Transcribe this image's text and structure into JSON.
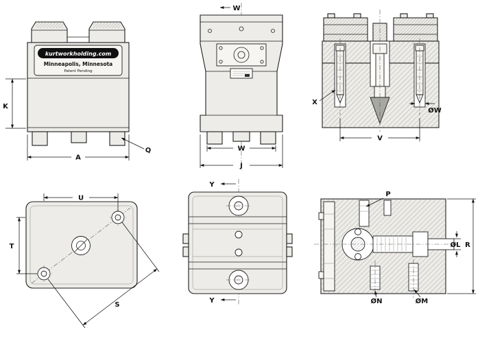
{
  "drawing": {
    "brand": {
      "website": "kurtworkholding.com",
      "city": "Minneapolis, Minnesota",
      "patent": "Patent Pending"
    },
    "labels": {
      "front": {
        "K": "K",
        "A": "A",
        "Q": "Q"
      },
      "side": {
        "W_top": "W",
        "W_bottom": "W",
        "J": "J"
      },
      "top_section": {
        "X": "X",
        "OW": "ØW",
        "V": "V"
      },
      "top_view": {
        "U": "U",
        "T": "T",
        "S": "S"
      },
      "plan": {
        "Y_top": "Y",
        "Y_bottom": "Y"
      },
      "bottom_section": {
        "P": "P",
        "OL": "ØL",
        "R": "R",
        "ON": "ØN",
        "OM": "ØM"
      }
    }
  }
}
